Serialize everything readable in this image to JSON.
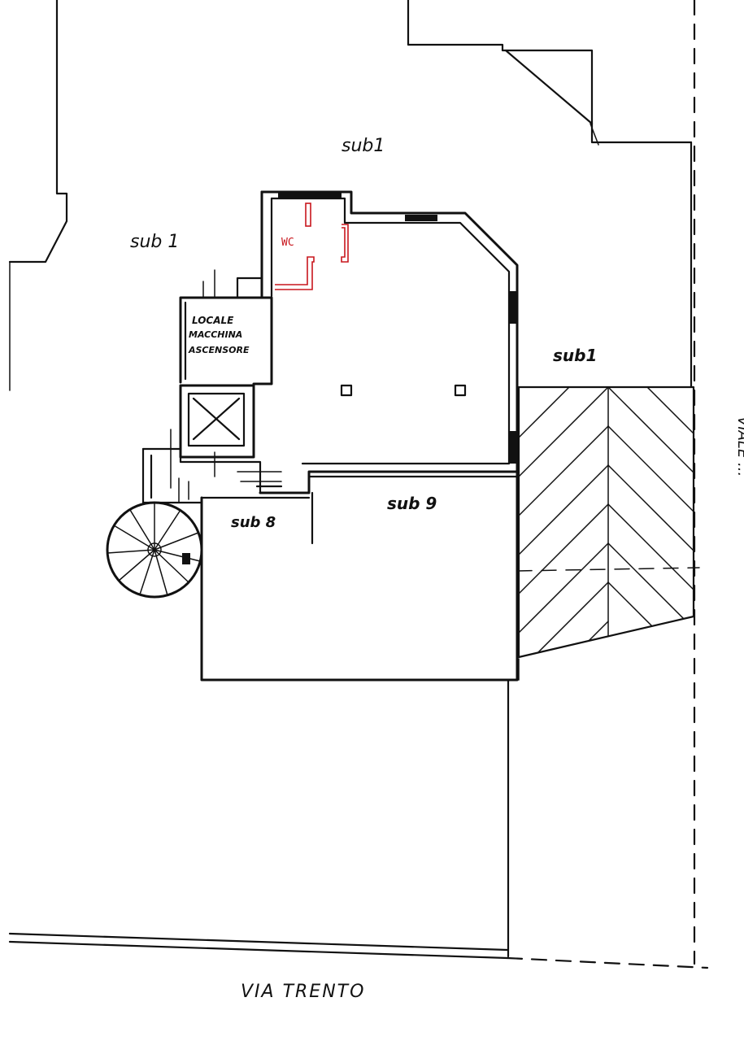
{
  "labels": {
    "sub1_top": "sub1",
    "sub1_left": "sub 1",
    "sub1_right": "sub1",
    "sub8": "sub 8",
    "sub9": "sub 9",
    "wc": "WC",
    "machine_room_line1": "LOCALE",
    "machine_room_line2": "MACCHINA",
    "machine_room_line3": "ASCENSORE",
    "street": "VIA TRENTO",
    "side_street": "VIALE ..."
  },
  "colors": {
    "ink": "#111111",
    "wc_highlight": "#c8161d",
    "paper": "#ffffff"
  }
}
